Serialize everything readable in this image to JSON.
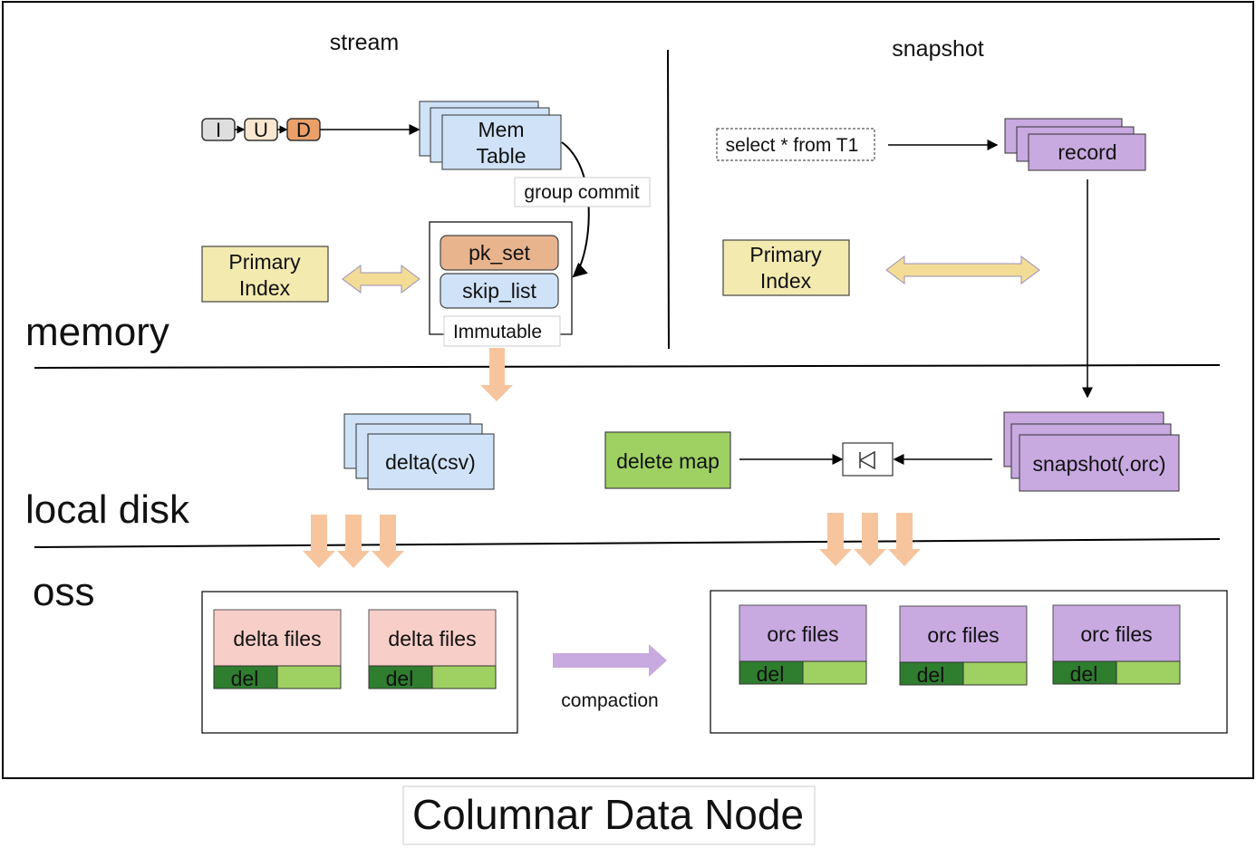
{
  "title": "Columnar Data Node",
  "sections": {
    "stream": "stream",
    "snapshot": "snapshot",
    "memory": "memory",
    "local_disk": "local disk",
    "oss": "oss"
  },
  "stream": {
    "ops": [
      "I",
      "U",
      "D"
    ],
    "memtable": [
      "Mem",
      "Table"
    ],
    "group_commit": "group commit",
    "pk_set": "pk_set",
    "skip_list": "skip_list",
    "immutable": "Immutable",
    "primary_index": [
      "Primary",
      "Index"
    ],
    "delta_csv": "delta(csv)"
  },
  "snapshot": {
    "query": "select * from T1",
    "record": "record",
    "primary_index": [
      "Primary",
      "Index"
    ],
    "delete_map": "delete map",
    "snapshot_orc": "snapshot(.orc)"
  },
  "oss": {
    "delta_files": [
      "delta files",
      "delta files"
    ],
    "orc_files": [
      "orc files",
      "orc files",
      "orc files"
    ],
    "del_label": "del",
    "compaction": "compaction"
  },
  "colors": {
    "blue": "#cfe2f7",
    "purple": "#c8a9e0",
    "yellow": "#f3eab0",
    "orange_light": "#fbd7b4",
    "peach": "#f7cec8",
    "green": "#9fd062",
    "dark_green": "#2f7d2f",
    "pkset": "#e8b48e"
  }
}
